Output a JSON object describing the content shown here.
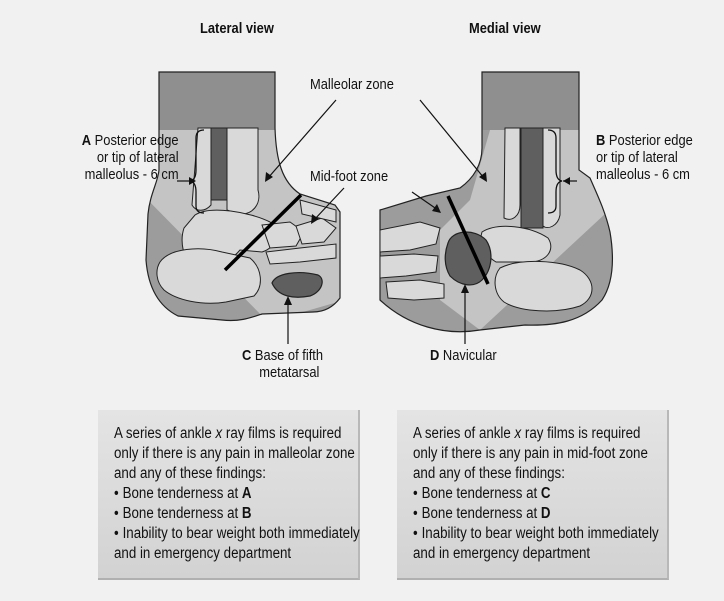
{
  "lateral": {
    "title": "Lateral view",
    "point_a": {
      "letter": "A",
      "line1": "Posterior edge",
      "line2": "or tip of lateral",
      "line3": "malleolus - 6 cm"
    },
    "point_c": {
      "letter": "C",
      "line1": "Base of fifth",
      "line2": "metatarsal"
    }
  },
  "medial": {
    "title": "Medial view",
    "point_b": {
      "letter": "B",
      "line1": "Posterior edge",
      "line2": "or tip of lateral",
      "line3": "malleolus - 6 cm"
    },
    "point_d": {
      "letter": "D",
      "line1": "Navicular"
    }
  },
  "zones": {
    "malleolar": "Malleolar zone",
    "midfoot": "Mid-foot zone"
  },
  "box_left": {
    "line1_pre": "A series of ankle ",
    "line1_em": "x",
    "line1_post": " ray films is required",
    "line2": "only if there is any pain in malleolar zone",
    "line3": "and any of these findings:",
    "bullets": [
      {
        "text": "Bone tenderness at ",
        "bold": "A"
      },
      {
        "text": "Bone tenderness at ",
        "bold": "B"
      },
      {
        "text": "Inability to bear weight both immediately",
        "cont": "and in emergency department"
      }
    ]
  },
  "box_right": {
    "line1_pre": "A series of ankle ",
    "line1_em": "x",
    "line1_post": " ray films is required",
    "line2": "only if there is any pain in mid-foot zone",
    "line3": "and any of these findings:",
    "bullets": [
      {
        "text": "Bone tenderness at ",
        "bold": "C"
      },
      {
        "text": "Bone tenderness at ",
        "bold": "D"
      },
      {
        "text": "Inability to bear weight both immediately",
        "cont": "and in emergency department"
      }
    ]
  },
  "colors": {
    "background": "#f1f1f1",
    "skin": "#9c9c9c",
    "bone": "#d9d9d9",
    "zone": "#c4c4c4",
    "highlight": "#5f5f5f"
  }
}
